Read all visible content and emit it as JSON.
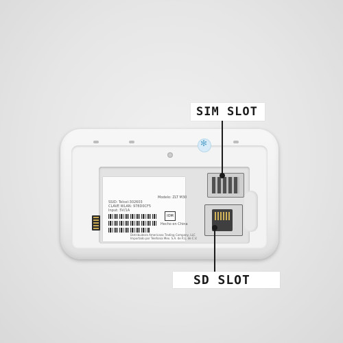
{
  "callouts": {
    "sim_label": "SIM SLOT",
    "sd_label": "SD SLOT"
  },
  "sticker": {
    "model": "Modelo: ZLT M30",
    "ssid": "SSID: Telcel-302603",
    "wlan_key": "CLAVE WLAN: 978D0CF5",
    "input": "Input: 5V/1A",
    "origin": "Hecho en China",
    "importer": "Distribuidora Americana Trading Company, LLC",
    "imported_for": "Importado por Telefonia Mex. S.A. de R.L. de C.V."
  },
  "colors": {
    "background": "#e6e6e6",
    "device": "#f3f3f3",
    "callout_text": "#1a1a1a"
  }
}
